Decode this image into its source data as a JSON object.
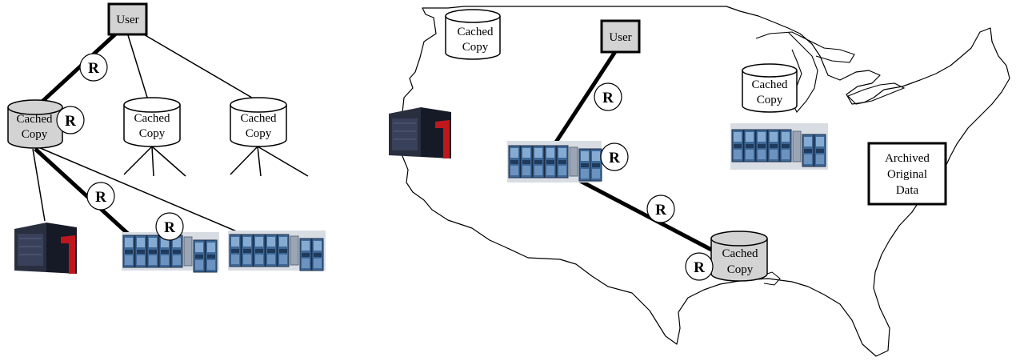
{
  "tree": {
    "user_label": "User",
    "cache_left": [
      "Cached",
      "Copy"
    ],
    "cache_mid": [
      "Cached",
      "Copy"
    ],
    "cache_right": [
      "Cached",
      "Copy"
    ],
    "r_labels": [
      "R",
      "R",
      "R",
      "R"
    ]
  },
  "map": {
    "user_label": "User",
    "cache_northwest": [
      "Cached",
      "Copy"
    ],
    "cache_greatlakes": [
      "Cached",
      "Copy"
    ],
    "cache_gulf": [
      "Cached",
      "Copy"
    ],
    "archive": [
      "Archived",
      "Original",
      "Data"
    ],
    "r_labels": [
      "R",
      "R",
      "R",
      "R"
    ]
  },
  "colors": {
    "highlight_fill": "#d3d3d3",
    "rack_blue": "#4a76a8",
    "rack_dark": "#2b3a55",
    "cray_dark": "#1e2230",
    "cray_red": "#c0171e"
  }
}
